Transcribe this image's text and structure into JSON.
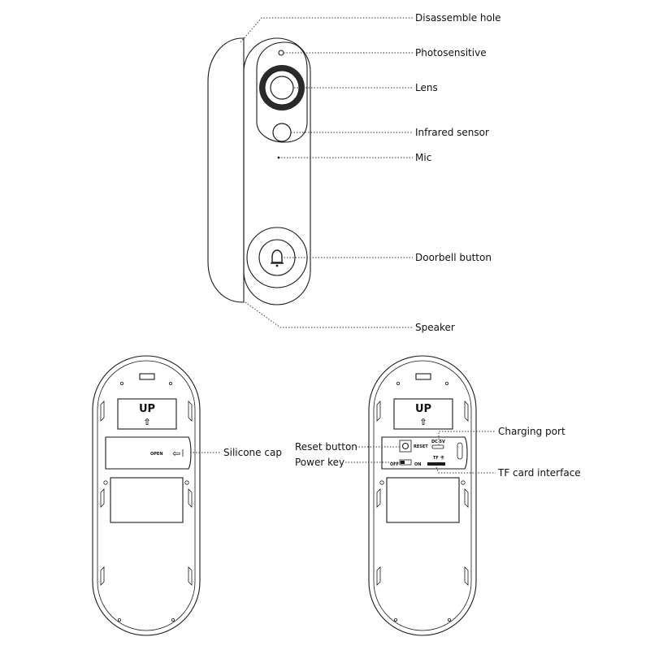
{
  "callouts": {
    "disassemble_hole": "Disassemble hole",
    "photosensitive": "Photosensitive",
    "lens": "Lens",
    "infrared_sensor": "Infrared sensor",
    "mic": "Mic",
    "doorbell_button": "Doorbell button",
    "speaker": "Speaker",
    "silicone_cap": "Silicone cap",
    "reset_button": "Reset button",
    "power_key": "Power key",
    "charging_port": "Charging port",
    "tf_card_interface": "TF card interface"
  },
  "device_markings": {
    "up": "UP",
    "up_arrow": "⇧",
    "open": "OPEN",
    "open_arrow": "⇦",
    "reset": "RESET",
    "dc_5v": "DC 5V",
    "tf": "TF 卡",
    "off": "OFF",
    "on": "ON"
  },
  "icons": {
    "doorbell": "bell-icon",
    "arrow": "up-arrow-icon"
  }
}
